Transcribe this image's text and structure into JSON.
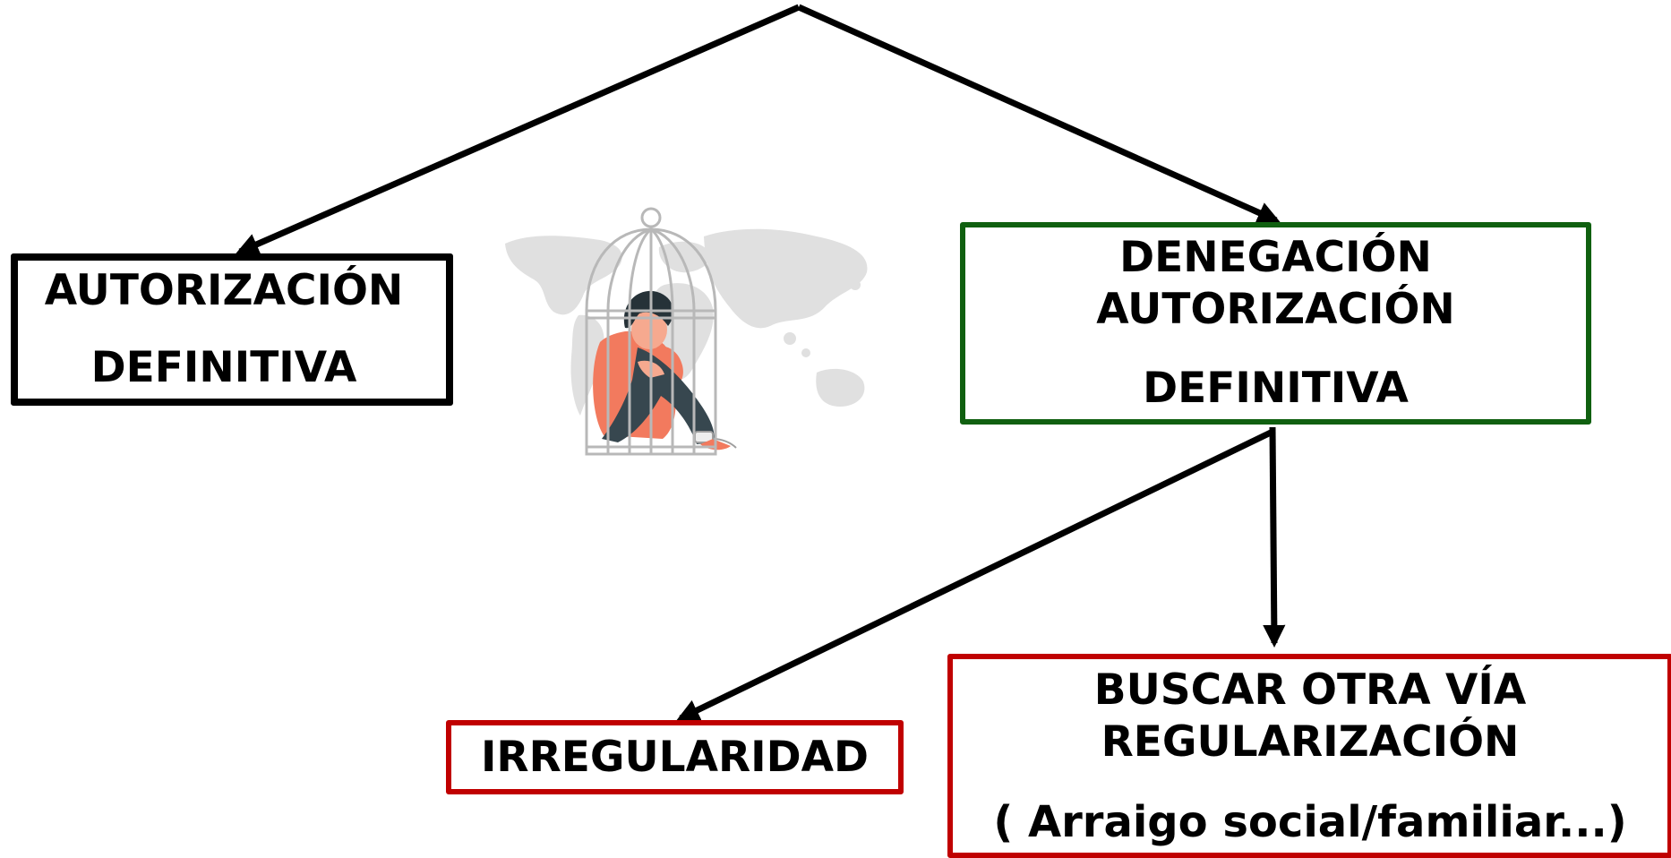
{
  "nodes": {
    "autorizacion": {
      "line1": "AUTORIZACIÓN",
      "line2": "DEFINITIVA",
      "border_color": "#000000"
    },
    "denegacion": {
      "line1": "DENEGACIÓN",
      "line2": "AUTORIZACIÓN",
      "line3": "DEFINITIVA",
      "border_color": "#106010"
    },
    "irregularidad": {
      "line1": "IRREGULARIDAD",
      "border_color": "#c00000"
    },
    "buscar": {
      "line1": "BUSCAR OTRA VÍA",
      "line2": "REGULARIZACIÓN",
      "line3": "( Arraigo social/familiar...)",
      "border_color": "#c00000"
    }
  },
  "illustration": {
    "icon": "caged-person-world-map-icon",
    "colors": {
      "shirt": "#f27a5e",
      "pants": "#37474f",
      "hair": "#263238",
      "cage": "#b8b8b8",
      "map": "#e0e0e0"
    }
  }
}
